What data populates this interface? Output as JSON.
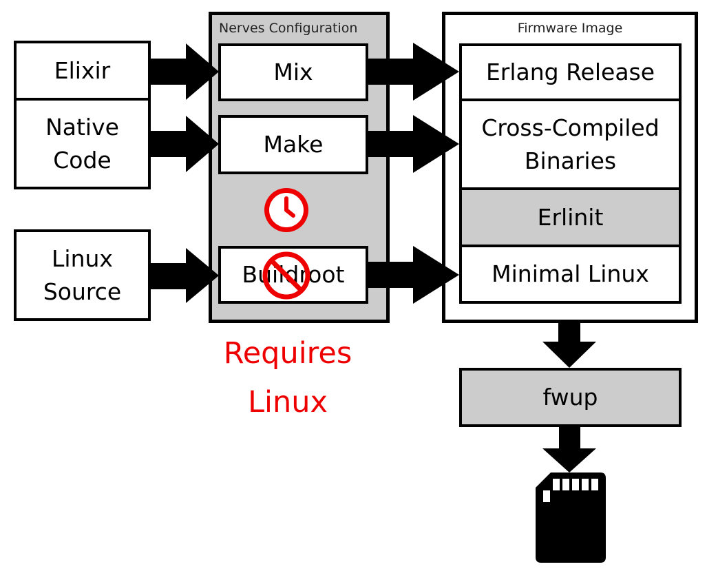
{
  "inputs": [
    {
      "id": "elixir",
      "label": "Elixir"
    },
    {
      "id": "native-code",
      "label": "Native\nCode"
    },
    {
      "id": "linux-source",
      "label": "Linux\nSource"
    }
  ],
  "nerves_config": {
    "title": "Nerves Configuration",
    "tools": [
      "Mix",
      "Make",
      "Buildroot"
    ]
  },
  "firmware_image": {
    "title": "Firmware Image",
    "parts": [
      "Erlang Release",
      "Cross-Compiled\nBinaries",
      "Erlinit",
      "Minimal Linux"
    ]
  },
  "fwup": {
    "label": "fwup"
  },
  "warning": {
    "text": "Requires\nLinux"
  },
  "icons": [
    "clock-icon",
    "prohibited-icon",
    "sd-card-icon"
  ],
  "colors": {
    "panel_gray": "#cccccc",
    "warning_red": "#ee0000",
    "stroke": "#000000"
  }
}
